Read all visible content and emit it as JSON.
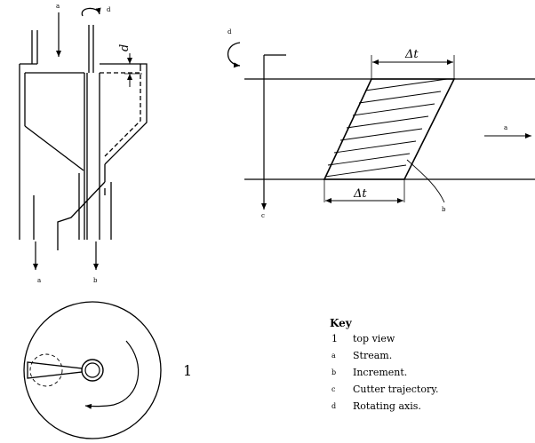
{
  "left_figure": {
    "labels": {
      "a_top": "a",
      "d_top": "d",
      "d_gap": "d",
      "a_bottom": "a",
      "b_bottom": "b"
    }
  },
  "right_figure": {
    "labels": {
      "d": "d",
      "delta_top": "Δt",
      "delta_bottom": "Δt",
      "a": "a",
      "b": "b",
      "c": "c"
    }
  },
  "bottom_figure": {
    "label": "1"
  },
  "key": {
    "title": "Key",
    "items": [
      {
        "mark": "1",
        "text": "top view"
      },
      {
        "mark": "a",
        "text": "Stream."
      },
      {
        "mark": "b",
        "text": "Increment."
      },
      {
        "mark": "c",
        "text": "Cutter trajectory."
      },
      {
        "mark": "d",
        "text": "Rotating axis."
      }
    ]
  }
}
